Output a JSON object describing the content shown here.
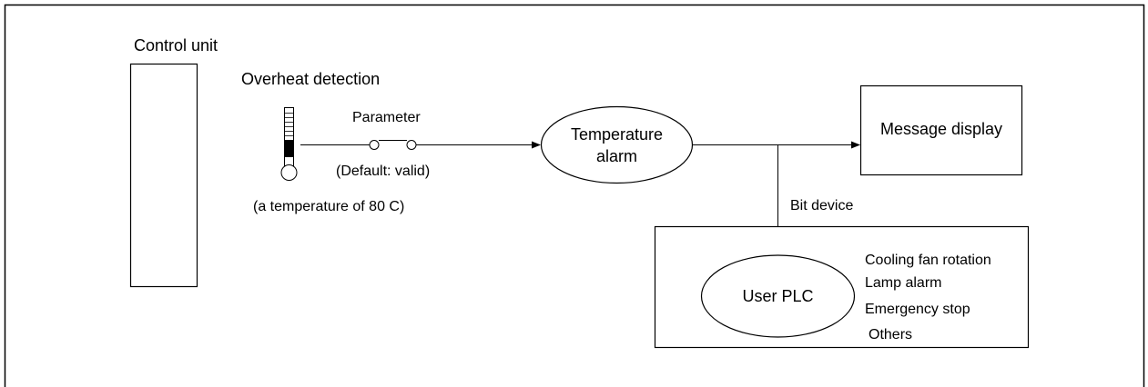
{
  "control_unit": {
    "label": "Control unit"
  },
  "overheat": {
    "label": "Overheat detection",
    "temperature_note": "(a temperature of 80 C)"
  },
  "parameter": {
    "label": "Parameter",
    "default_note": "(Default: valid)"
  },
  "temperature_alarm": {
    "line1": "Temperature",
    "line2": "alarm"
  },
  "message_display": {
    "label": "Message display"
  },
  "bit_device": {
    "label": "Bit device"
  },
  "user_plc": {
    "label": "User PLC",
    "actions": [
      "Cooling fan rotation",
      "Lamp alarm",
      "Emergency stop",
      "Others"
    ]
  }
}
